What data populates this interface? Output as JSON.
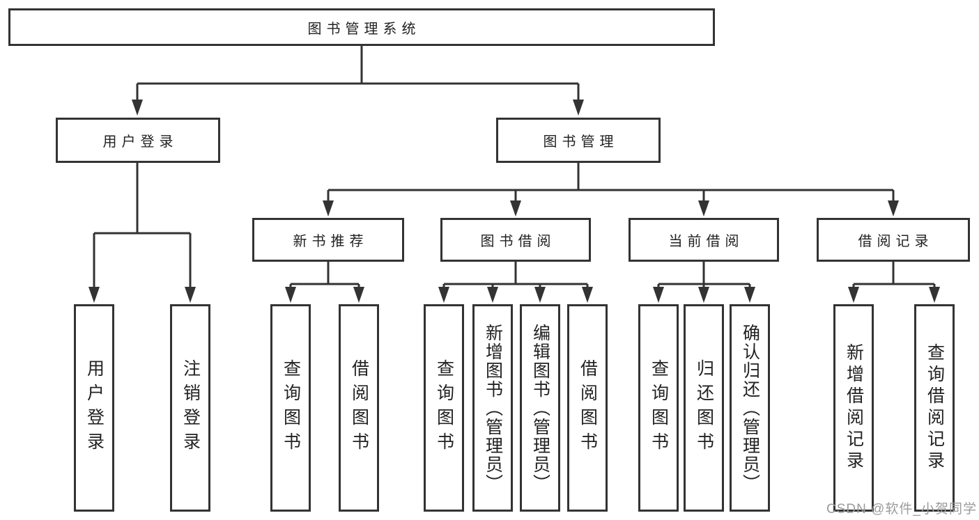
{
  "colors": {
    "line": "#333333",
    "box_border": "#333333",
    "box_fill": "#ffffff",
    "text": "#222222",
    "watermark": "#9b9b9b",
    "background": "#ffffff"
  },
  "watermark": {
    "text": "CSDN @软件_小贺同学"
  },
  "tree": {
    "root": {
      "label": "图书管理系统",
      "children": [
        {
          "label": "用户登录",
          "children": [
            {
              "label": "用户登录"
            },
            {
              "label": "注销登录"
            }
          ]
        },
        {
          "label": "图书管理",
          "children": [
            {
              "label": "新书推荐",
              "children": [
                {
                  "label": "查询图书"
                },
                {
                  "label": "借阅图书"
                }
              ]
            },
            {
              "label": "图书借阅",
              "children": [
                {
                  "label": "查询图书"
                },
                {
                  "label": "新增图书（管理员）"
                },
                {
                  "label": "编辑图书（管理员）"
                },
                {
                  "label": "借阅图书"
                }
              ]
            },
            {
              "label": "当前借阅",
              "children": [
                {
                  "label": "查询图书"
                },
                {
                  "label": "归还图书"
                },
                {
                  "label": "确认归还（管理员）"
                }
              ]
            },
            {
              "label": "借阅记录",
              "children": [
                {
                  "label": "新增借阅记录"
                },
                {
                  "label": "查询借阅记录"
                }
              ]
            }
          ]
        }
      ]
    }
  }
}
